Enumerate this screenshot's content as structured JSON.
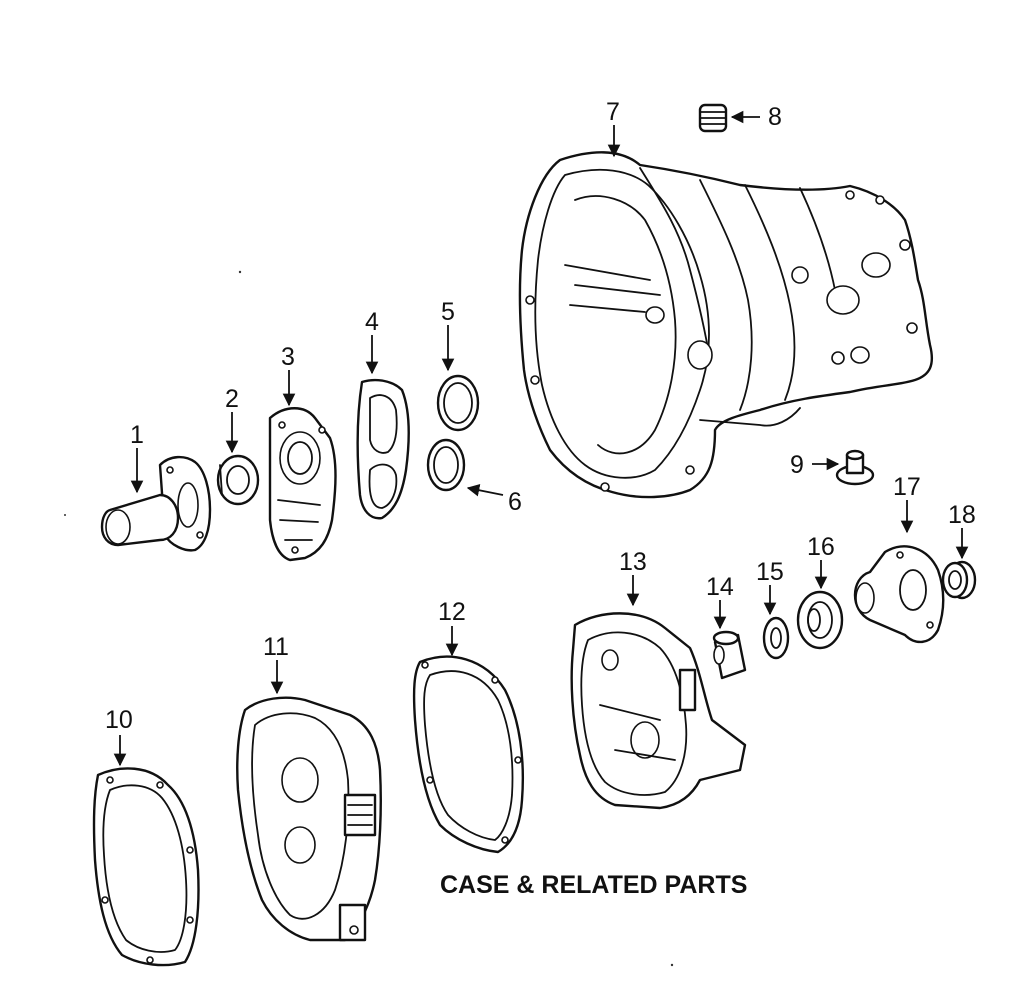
{
  "caption": "CASE & RELATED PARTS",
  "callouts": [
    {
      "id": "1",
      "label": "1"
    },
    {
      "id": "2",
      "label": "2"
    },
    {
      "id": "3",
      "label": "3"
    },
    {
      "id": "4",
      "label": "4"
    },
    {
      "id": "5",
      "label": "5"
    },
    {
      "id": "6",
      "label": "6"
    },
    {
      "id": "7",
      "label": "7"
    },
    {
      "id": "8",
      "label": "8"
    },
    {
      "id": "9",
      "label": "9"
    },
    {
      "id": "10",
      "label": "10"
    },
    {
      "id": "11",
      "label": "11"
    },
    {
      "id": "12",
      "label": "12"
    },
    {
      "id": "13",
      "label": "13"
    },
    {
      "id": "14",
      "label": "14"
    },
    {
      "id": "15",
      "label": "15"
    },
    {
      "id": "16",
      "label": "16"
    },
    {
      "id": "17",
      "label": "17"
    },
    {
      "id": "18",
      "label": "18"
    }
  ]
}
